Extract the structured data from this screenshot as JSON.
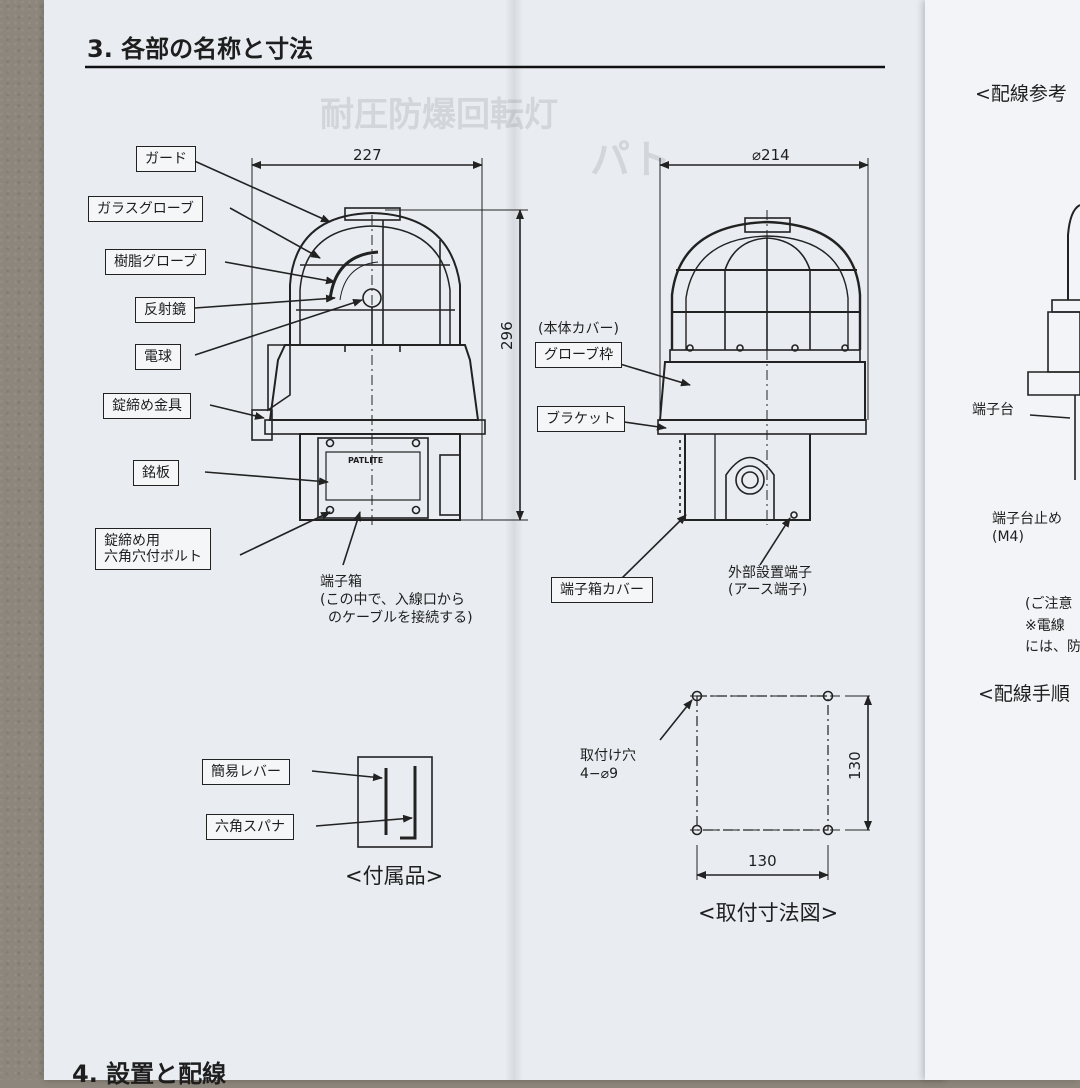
{
  "section_title": "3. 各部の名称と寸法",
  "next_section_title": "4. 設置と配線",
  "left_labels": {
    "guard": "ガード",
    "glass_globe": "ガラスグローブ",
    "resin_globe": "樹脂グローブ",
    "reflector": "反射鏡",
    "bulb": "電球",
    "lock_bracket": "錠締め金具",
    "nameplate": "銘板",
    "hex_bolt": [
      "錠締め用",
      "六角穴付ボルト"
    ],
    "terminal_box": [
      "端子箱",
      "(この中で、入線口から",
      "のケーブルを接続する)"
    ]
  },
  "left_dims": {
    "width": "227",
    "height": "296"
  },
  "brand_text": "PATLITE",
  "right_labels": {
    "body_cover": "(本体カバー)",
    "globe_frame": "グローブ枠",
    "bracket": "ブラケット",
    "terminal_box_cover": "端子箱カバー",
    "external_terminal": [
      "外部設置端子",
      "(アース端子)"
    ]
  },
  "right_dims": {
    "diameter": "⌀214"
  },
  "accessories": {
    "lever": "簡易レバー",
    "spanner": "六角スパナ",
    "caption": "<付属品>"
  },
  "mounting": {
    "holes": [
      "取付け穴",
      "4−⌀9"
    ],
    "width": "130",
    "height": "130",
    "caption": "<取付寸法図>"
  },
  "right_page": {
    "wiring_ref": "<配線参考",
    "terminal_block": "端子台",
    "terminal_screw": [
      "端子台止め",
      "(M4)"
    ],
    "notes": [
      "(ご注意",
      "※電線",
      "には、防"
    ],
    "wiring_steps": "<配線手順"
  }
}
